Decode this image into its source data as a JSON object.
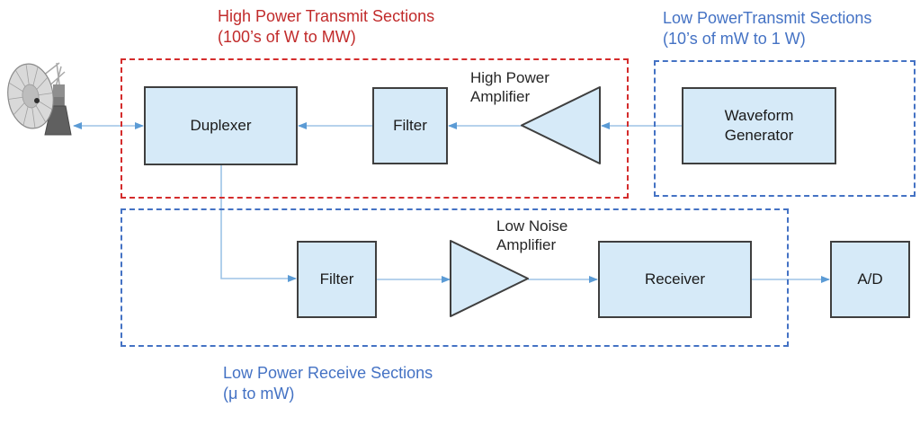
{
  "sections": {
    "high_power_transmit": {
      "title": "High Power Transmit Sections",
      "subtitle": "(100’s of W to MW)",
      "accent_color": "#C12B2B"
    },
    "low_power_transmit": {
      "title": "Low PowerTransmit Sections",
      "subtitle": "(10’s of mW to 1 W)",
      "accent_color": "#4472C4"
    },
    "low_power_receive": {
      "title": "Low Power Receive Sections",
      "subtitle": "(μ to mW)",
      "accent_color": "#4472C4"
    }
  },
  "blocks": {
    "duplexer": {
      "label": "Duplexer"
    },
    "tx_filter": {
      "label": "Filter"
    },
    "waveform_generator": {
      "label": "Waveform Generator"
    },
    "rx_filter": {
      "label": "Filter"
    },
    "receiver": {
      "label": "Receiver"
    },
    "ad_converter": {
      "label": "A/D"
    }
  },
  "amplifiers": {
    "high_power": {
      "line1": "High Power",
      "line2": "Amplifier"
    },
    "low_noise": {
      "line1": "Low Noise",
      "line2": "Amplifier"
    }
  },
  "icons": {
    "antenna": "radar-dish-antenna"
  },
  "colors": {
    "block_fill": "#D6EAF8",
    "block_border": "#3F3F3F",
    "connector_line": "#9DC3E6",
    "connector_arrowhead": "#5B9BD5",
    "high_power_dash": "#D42C2C",
    "low_power_dash": "#4472C4",
    "red_text": "#C12B2B",
    "blue_text": "#4472C4"
  }
}
